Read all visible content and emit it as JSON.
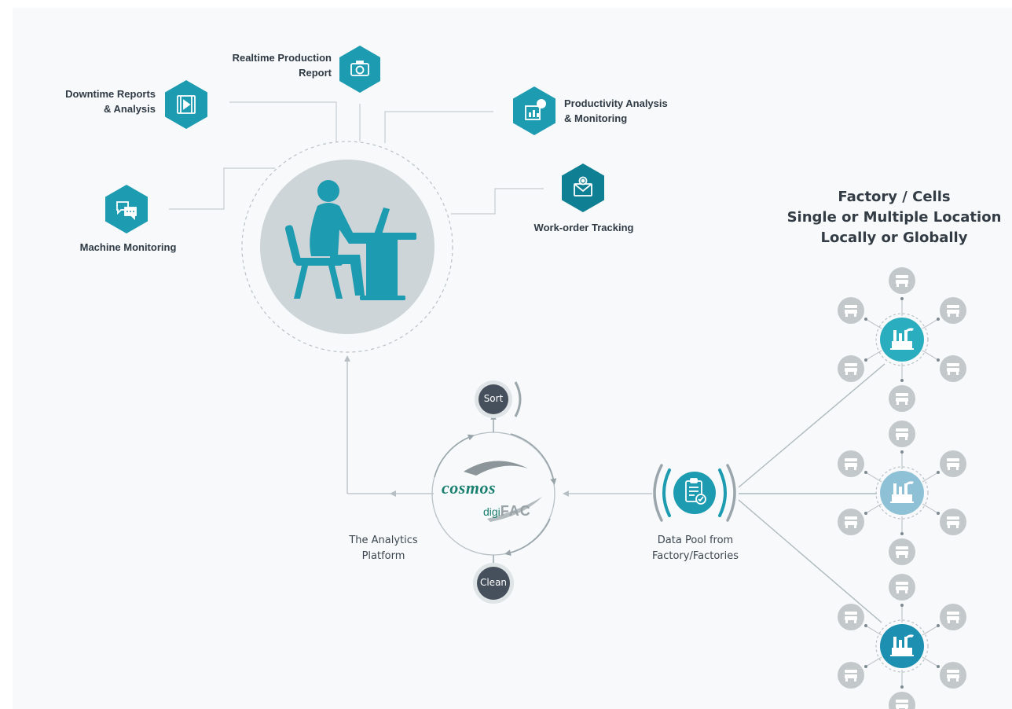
{
  "features": {
    "realtime": {
      "line1": "Realtime Production",
      "line2": "Report",
      "icon": "camera-icon"
    },
    "downtime": {
      "line1": "Downtime Reports",
      "line2": "& Analysis",
      "icon": "video-player-icon"
    },
    "productivity": {
      "line1": "Productivity Analysis",
      "line2": "& Monitoring",
      "icon": "bar-chart-icon"
    },
    "machine": {
      "label": "Machine Monitoring",
      "icon": "chat-bubbles-icon"
    },
    "workorder": {
      "label": "Work-order Tracking",
      "icon": "envelope-gear-icon"
    }
  },
  "analytics": {
    "logo_word": "COSMOS",
    "logo_sub_a": "digi",
    "logo_sub_b": "FAC",
    "caption_line1": "The Analytics",
    "caption_line2": "Platform",
    "sort_label": "Sort",
    "clean_label": "Clean"
  },
  "data_pool": {
    "line1": "Data Pool from",
    "line2": "Factory/Factories",
    "icon": "clipboard-check-icon"
  },
  "factory": {
    "line1": "Factory / Cells",
    "line2": "Single or Multiple Location",
    "line3": "Locally or Globally",
    "hub_icon": "factory-icon",
    "node_icon": "machine-icon"
  },
  "colors": {
    "teal": "#1d9bb0",
    "teal_dark": "#0f7f93",
    "grey_circle": "#cdd5d8",
    "node_grey": "#c3c8cb",
    "dark_node": "#46505c",
    "background": "#f7f9fa"
  }
}
